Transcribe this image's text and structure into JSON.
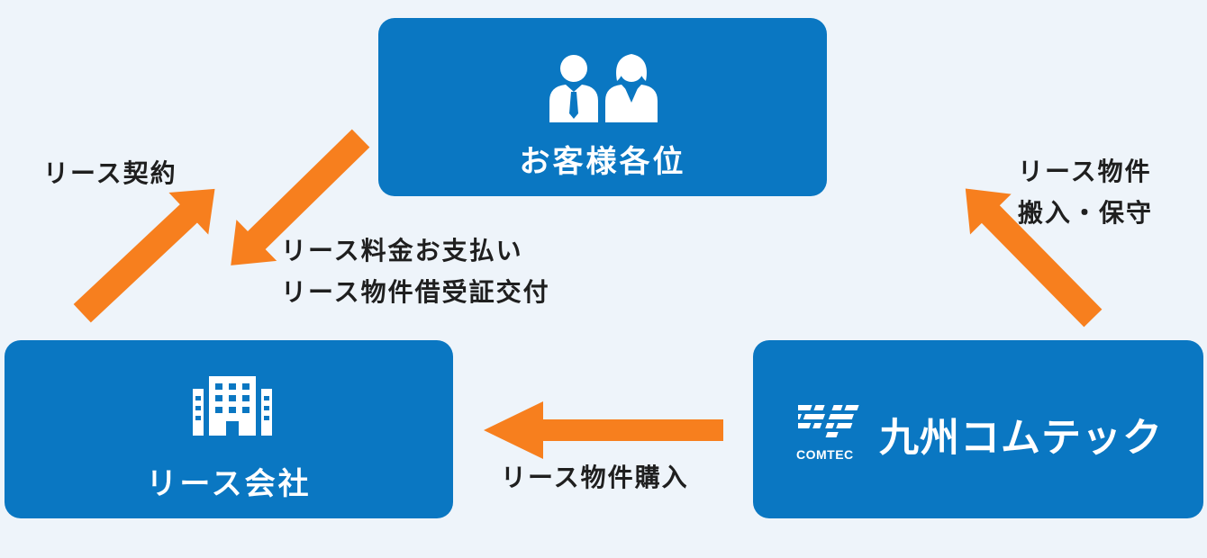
{
  "nodes": {
    "customer": {
      "label": "お客様各位"
    },
    "lease_company": {
      "label": "リース会社"
    },
    "comtec": {
      "name": "九州コムテック",
      "logo_text": "COMTEC"
    }
  },
  "edges": {
    "contract": {
      "label": "リース契約"
    },
    "payment": {
      "line1": "リース料金お支払い",
      "line2": "リース物件借受証交付"
    },
    "delivery": {
      "line1": "リース物件",
      "line2": "搬入・保守"
    },
    "purchase": {
      "label": "リース物件購入"
    }
  },
  "colors": {
    "background": "#eef4fa",
    "node": "#0a77c2",
    "arrow": "#f77f1e",
    "text": "#1f1f1f"
  }
}
